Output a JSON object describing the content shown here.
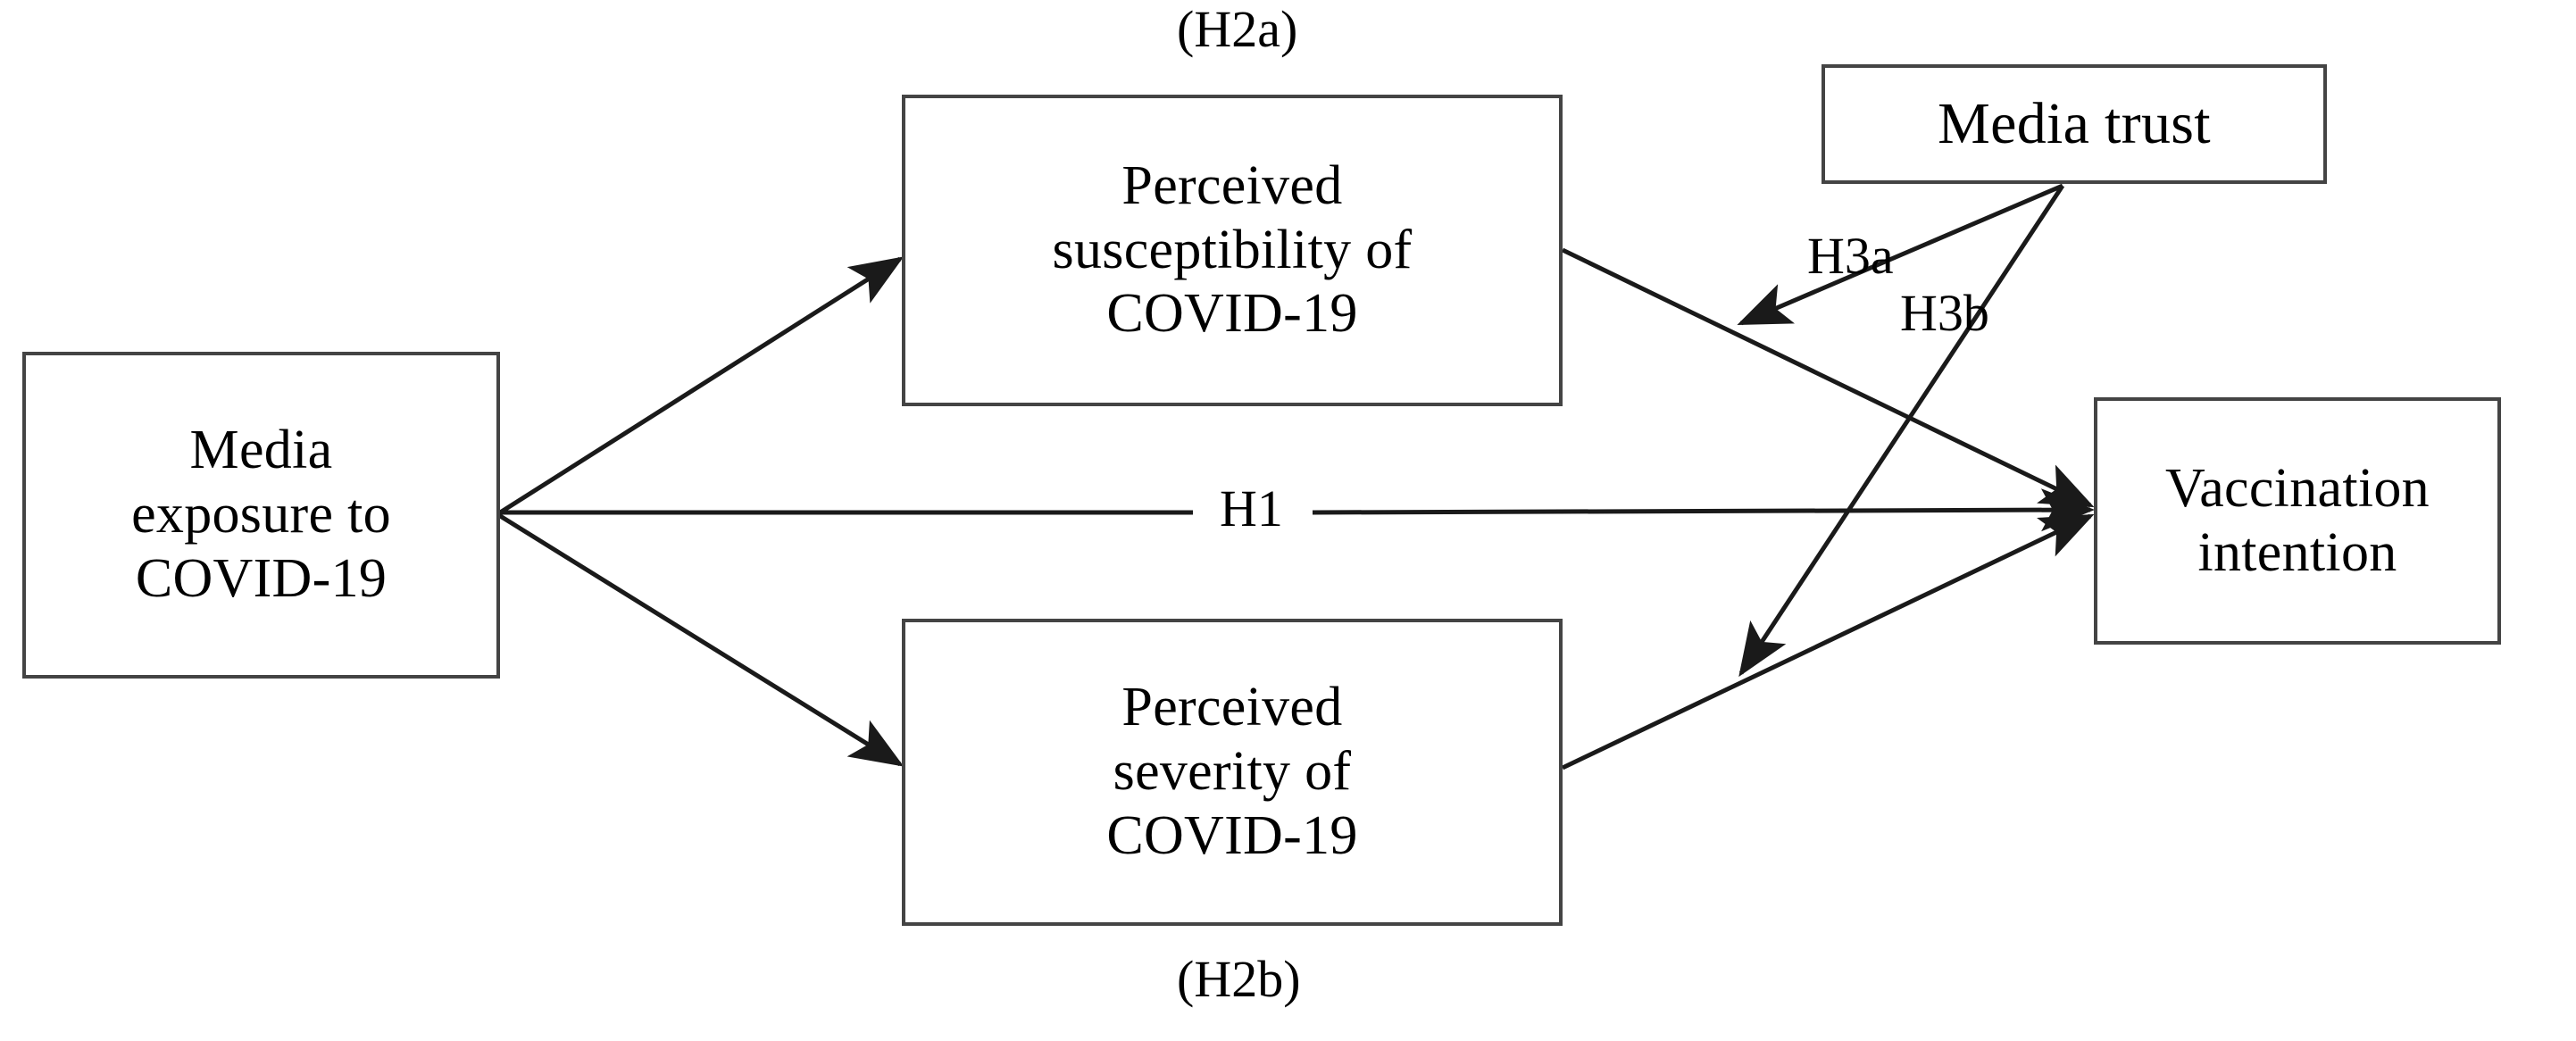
{
  "diagram": {
    "title": "Research model: media exposure, health beliefs, media trust and vaccination intention",
    "background_color": "#ffffff",
    "line_color": "#1a1a1a",
    "box_border_color": "#444444",
    "nodes": [
      {
        "id": "media_exposure",
        "label": "Media\nexposure to\nCOVID-19"
      },
      {
        "id": "susceptibility",
        "label": "Perceived\nsusceptibility of\nCOVID-19"
      },
      {
        "id": "severity",
        "label": "Perceived\nseverity of\nCOVID-19"
      },
      {
        "id": "media_trust",
        "label": "Media trust"
      },
      {
        "id": "vaccination",
        "label": "Vaccination\nintention"
      }
    ],
    "edge_labels": [
      {
        "id": "h2a",
        "text": "(H2a)"
      },
      {
        "id": "h2b",
        "text": "(H2b)"
      },
      {
        "id": "h1",
        "text": "H1"
      },
      {
        "id": "h3a",
        "text": "H3a"
      },
      {
        "id": "h3b",
        "text": "H3b"
      }
    ],
    "edges": [
      {
        "id": "e_exposure_susceptibility",
        "from": "media_exposure",
        "to": "susceptibility",
        "label": "(H2a)",
        "arrow": "to"
      },
      {
        "id": "e_exposure_severity",
        "from": "media_exposure",
        "to": "severity",
        "label": "(H2b)",
        "arrow": "to"
      },
      {
        "id": "e_exposure_vaccination",
        "from": "media_exposure",
        "to": "vaccination",
        "label": "H1",
        "arrow": "to"
      },
      {
        "id": "e_susceptibility_vaccination",
        "from": "susceptibility",
        "to": "vaccination",
        "label": "",
        "arrow": "to"
      },
      {
        "id": "e_severity_vaccination",
        "from": "severity",
        "to": "vaccination",
        "label": "",
        "arrow": "to"
      },
      {
        "id": "e_trust_moderates_susceptibility",
        "from": "media_trust",
        "to": "e_susceptibility_vaccination",
        "label": "H3a",
        "arrow": "to"
      },
      {
        "id": "e_trust_moderates_severity",
        "from": "media_trust",
        "to": "e_severity_vaccination",
        "label": "H3b",
        "arrow": "to"
      }
    ]
  }
}
